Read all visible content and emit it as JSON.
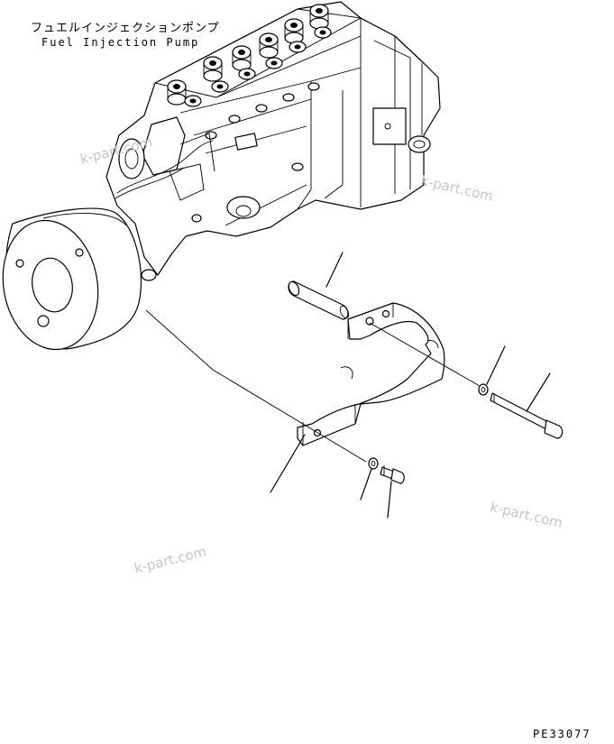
{
  "title": {
    "japanese": "フュエルインジェクションポンプ",
    "english": "Fuel Injection Pump"
  },
  "watermarks": [
    "k-part.com",
    "k-part.com",
    "k-part.com",
    "k-part.com"
  ],
  "drawing_code": "PE33077"
}
